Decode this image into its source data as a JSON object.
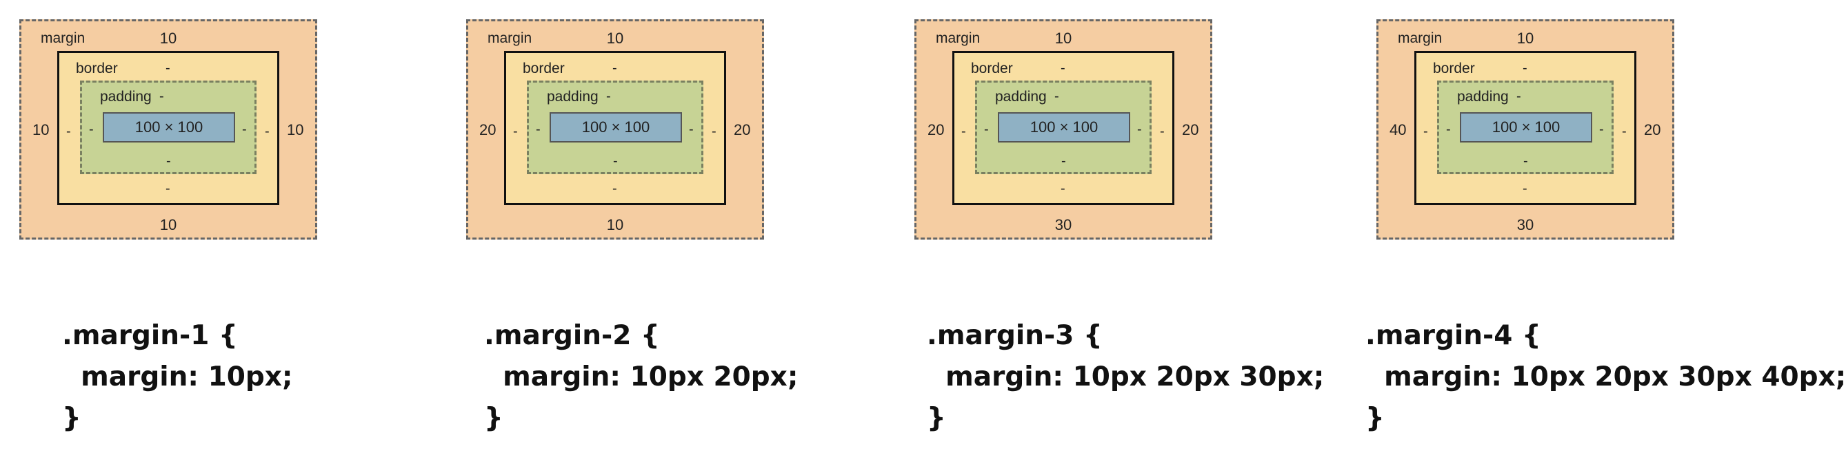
{
  "labels": {
    "margin": "margin",
    "border": "border",
    "padding": "padding",
    "content": "100 × 100",
    "dash": "-"
  },
  "diagrams": [
    {
      "top": "10",
      "right": "10",
      "bottom": "10",
      "left": "10"
    },
    {
      "top": "10",
      "right": "20",
      "bottom": "10",
      "left": "20"
    },
    {
      "top": "10",
      "right": "20",
      "bottom": "30",
      "left": "20"
    },
    {
      "top": "10",
      "right": "20",
      "bottom": "30",
      "left": "40"
    }
  ],
  "code": [
    {
      "selector": ".margin-1",
      "open": " {",
      "declaration": "margin: 10px;",
      "close": "}"
    },
    {
      "selector": ".margin-2",
      "open": " {",
      "declaration": "margin: 10px 20px;",
      "close": "}"
    },
    {
      "selector": ".margin-3",
      "open": " {",
      "declaration": "margin: 10px 20px 30px;",
      "close": "}"
    },
    {
      "selector": ".margin-4",
      "open": " {",
      "declaration": "margin: 10px 20px 30px 40px;",
      "close": "}"
    }
  ]
}
